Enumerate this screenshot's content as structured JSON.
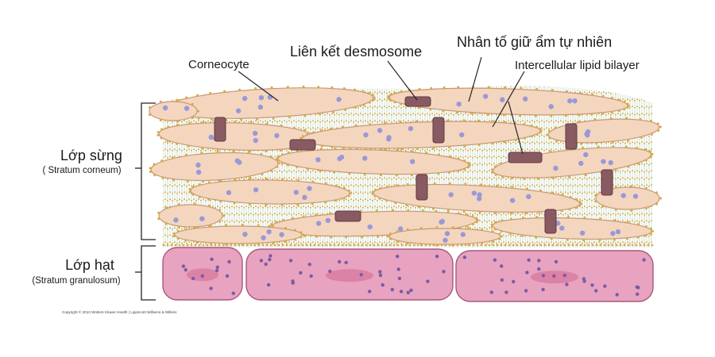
{
  "labels": {
    "corneocyte": "Corneocyte",
    "desmosome": "Liên kết desmosome",
    "nmf": "Nhân tố giữ ẩm tự nhiên",
    "lipid": "Intercellular lipid bilayer",
    "corneum_vi": "Lớp sừng",
    "corneum_en": "( Stratum corneum)",
    "granulosum_vi": "Lớp hạt",
    "granulosum_en": "(Stratum granulosum)"
  },
  "copyright": "Copyright © 2013 Wolters Kluwer Health | Lippincott Williams & Wilkins",
  "colors": {
    "cell_fill": "#f4d6bf",
    "cell_stroke": "#c79a74",
    "lipid_bead": "#d7a94b",
    "lipid_tail": "#b9d6bd",
    "nmf_dot": "#9a98d8",
    "desmosome": "#8a5a63",
    "granular_fill": "#e7a3bf",
    "granular_stroke": "#a9587c",
    "granular_dot": "#7b5aa6"
  }
}
